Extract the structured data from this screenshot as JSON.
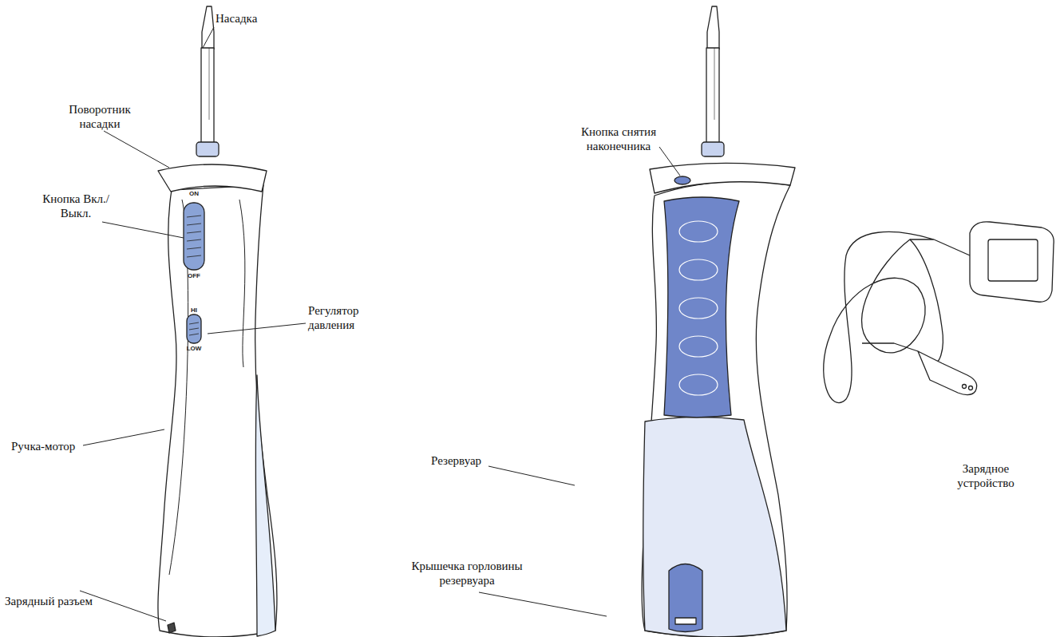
{
  "diagram": {
    "labels": [
      "Насадка",
      "Поворотник насадки",
      "Кнопка Вкл./Выкл.",
      "ON",
      "OFF",
      "HI",
      "LOW",
      "Регулятор давления",
      "Ручка-мотор",
      "Зарядный разъем",
      "Кнопка снятия наконечника",
      "Резервуар",
      "Крышечка горловины резервуара",
      "Зарядное устройство"
    ]
  }
}
